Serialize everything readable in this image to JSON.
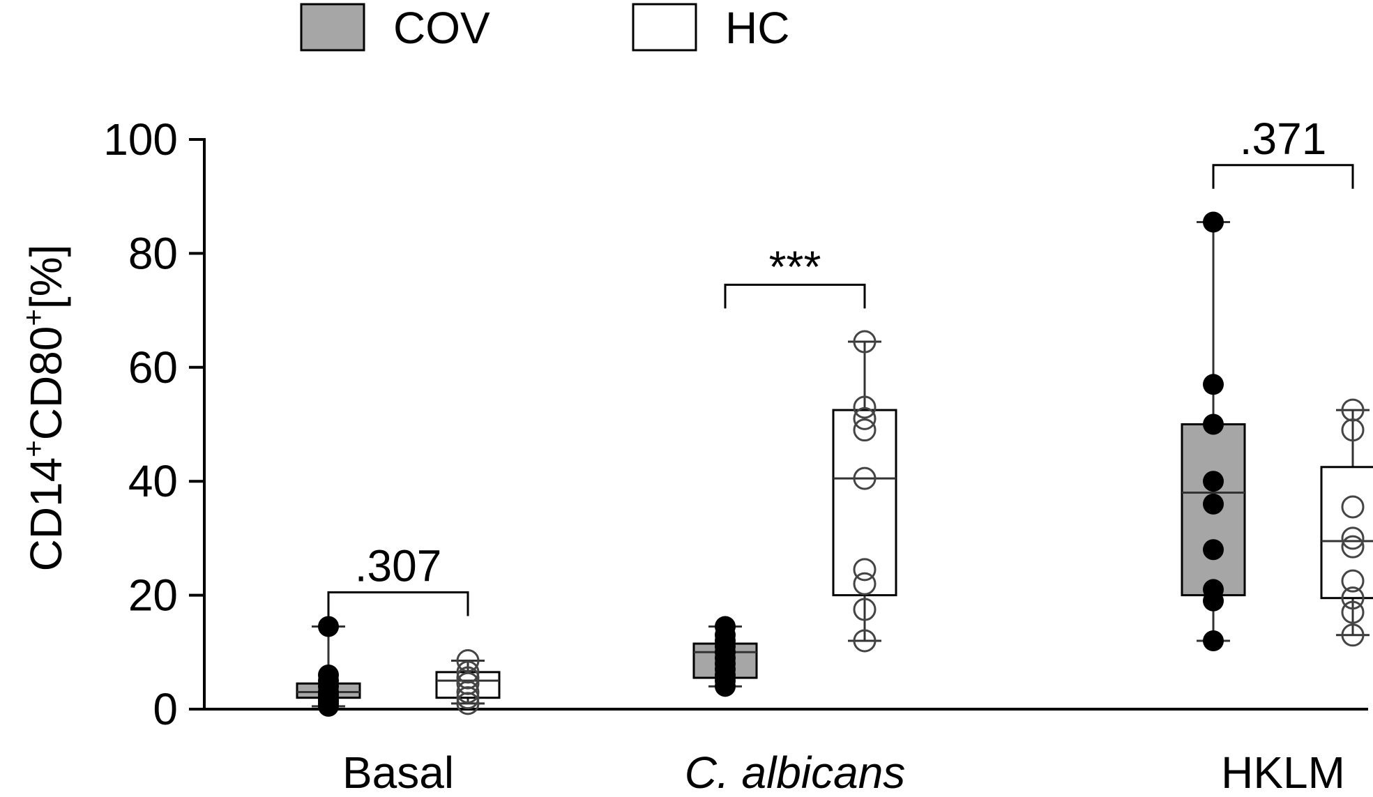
{
  "chart_data": {
    "type": "box",
    "ylabel": {
      "main1": "CD14",
      "sup1": "+",
      "main2": "CD80",
      "sup2": "+",
      "main3": "[%]"
    },
    "ylim": [
      0,
      100
    ],
    "yticks": [
      0,
      20,
      40,
      60,
      80,
      100
    ],
    "categories": [
      "Basal",
      "C. albicans",
      "HKLM"
    ],
    "category_italic": [
      false,
      true,
      false
    ],
    "legend": [
      {
        "name": "COV",
        "fill": "#a6a6a6"
      },
      {
        "name": "HC",
        "fill": "#ffffff"
      }
    ],
    "series": [
      {
        "name": "COV",
        "fill": "#a6a6a6",
        "point_style": "filled",
        "boxes": [
          {
            "min": 0.5,
            "q1": 2,
            "median": 3,
            "q3": 4.5,
            "max": 14.5,
            "points": [
              0.5,
              1,
              1.5,
              2,
              2.5,
              3,
              4,
              5,
              6,
              14.5
            ]
          },
          {
            "min": 4,
            "q1": 5.5,
            "median": 10,
            "q3": 11.5,
            "max": 14.5,
            "points": [
              4,
              5,
              6,
              7,
              8,
              9,
              10,
              11,
              12,
              13,
              14.5
            ]
          },
          {
            "min": 12,
            "q1": 20,
            "median": 38,
            "q3": 50,
            "max": 85.5,
            "points": [
              12,
              19,
              21,
              28,
              36,
              40,
              50,
              57,
              85.5
            ]
          }
        ]
      },
      {
        "name": "HC",
        "fill": "#ffffff",
        "point_style": "open",
        "boxes": [
          {
            "min": 1,
            "q1": 2,
            "median": 5,
            "q3": 6.5,
            "max": 8.5,
            "points": [
              1,
              2,
              3,
              4.5,
              5.5,
              6.5,
              8.5
            ]
          },
          {
            "min": 12,
            "q1": 20,
            "median": 40.5,
            "q3": 52.5,
            "max": 64.5,
            "points": [
              12,
              17.5,
              22,
              24.5,
              40.5,
              49,
              51,
              53,
              64.5
            ]
          },
          {
            "min": 13,
            "q1": 19.5,
            "median": 29.5,
            "q3": 42.5,
            "max": 52.5,
            "points": [
              13,
              17,
              19.5,
              22.5,
              28.5,
              30,
              35.5,
              49,
              52.5
            ]
          }
        ]
      }
    ],
    "comparisons": [
      {
        "category": "Basal",
        "label": ".307"
      },
      {
        "category": "C. albicans",
        "label": "***"
      },
      {
        "category": "HKLM",
        "label": ".371"
      }
    ]
  }
}
